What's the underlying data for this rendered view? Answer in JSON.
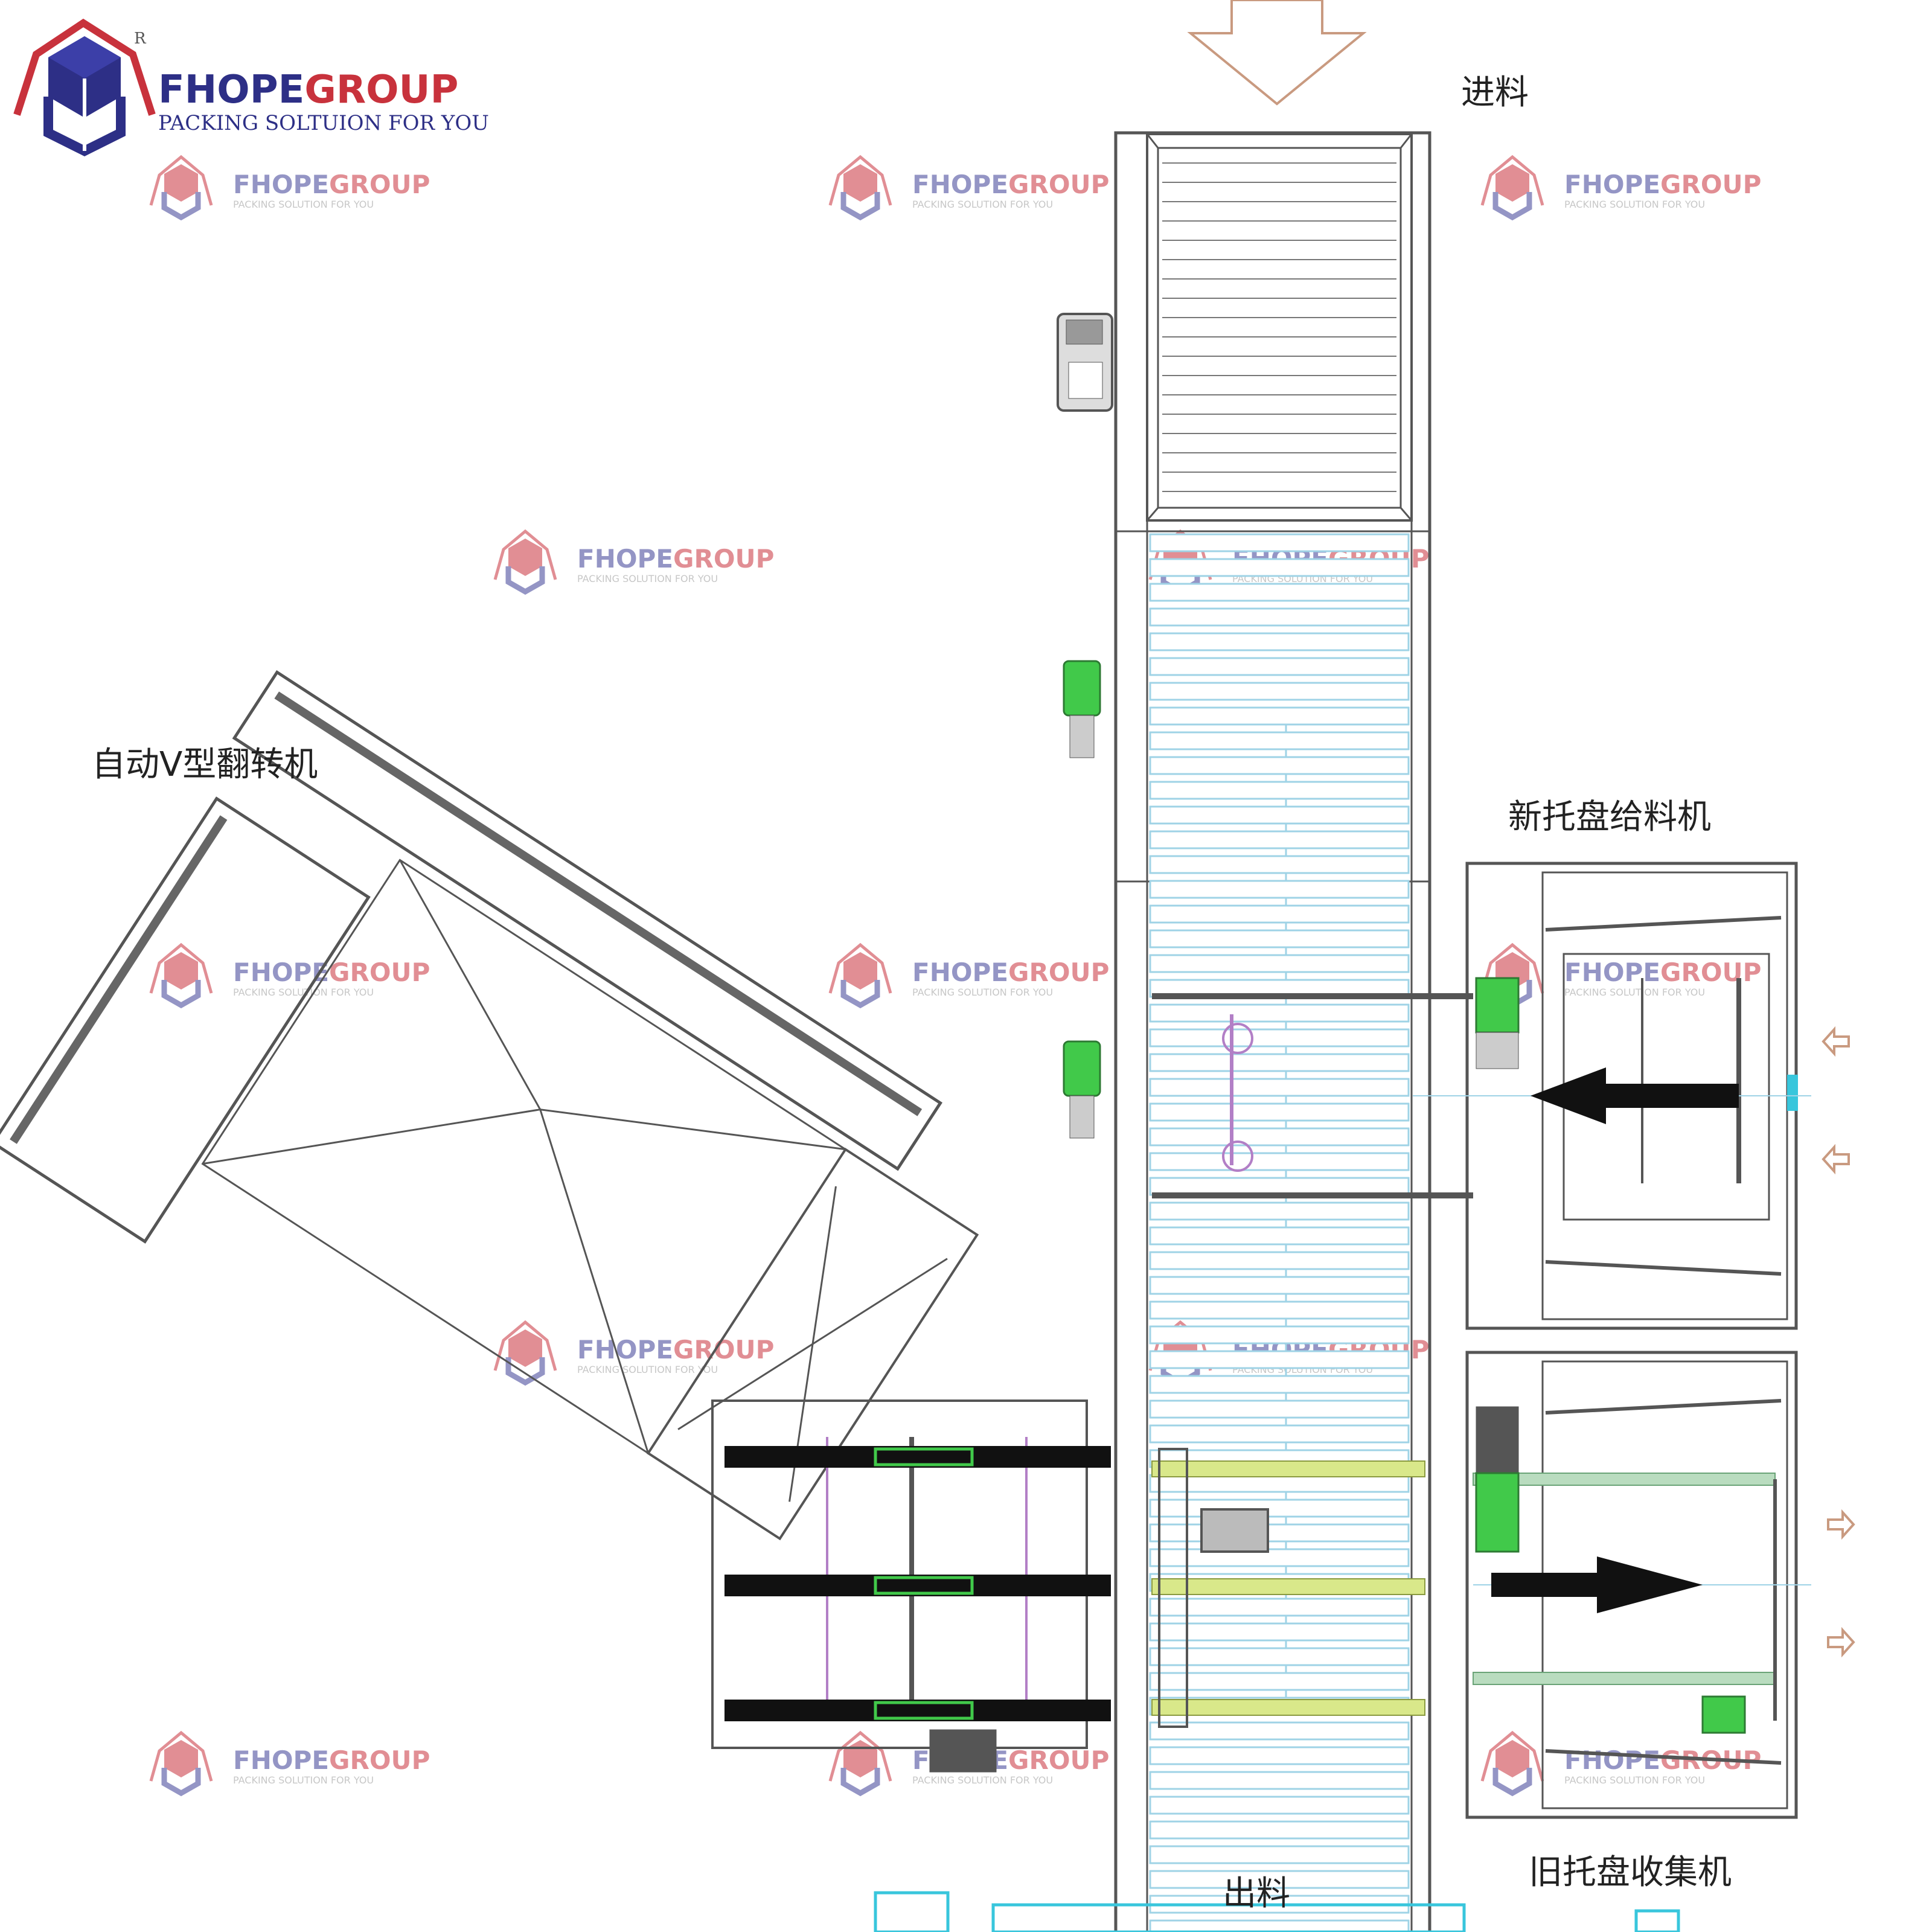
{
  "logo": {
    "brand_part1": "FHOPE",
    "brand_part2": "GROUP",
    "registered": "R",
    "tagline": "PACKING SOLTUION FOR YOU",
    "color_navy": "#2d2f86",
    "color_red": "#c8323c"
  },
  "watermark": {
    "brand_part1": "FHOPE",
    "brand_part2": "GROUP",
    "tagline": "PACKING SOLUTION FOR YOU"
  },
  "labels": {
    "infeed": "进料",
    "outfeed": "出料",
    "v_flipper": "自动V型翻转机",
    "new_pallet_feeder": "新托盘给料机",
    "old_pallet_collector": "旧托盘收集机"
  },
  "colors": {
    "line": "#555555",
    "roller_blue": "#9fd3e6",
    "green": "#41c94a",
    "yellow_green": "#d9e88a",
    "purple": "#b27fc6",
    "arrow_outline": "#c99a80",
    "cyan": "#38c6dc"
  }
}
